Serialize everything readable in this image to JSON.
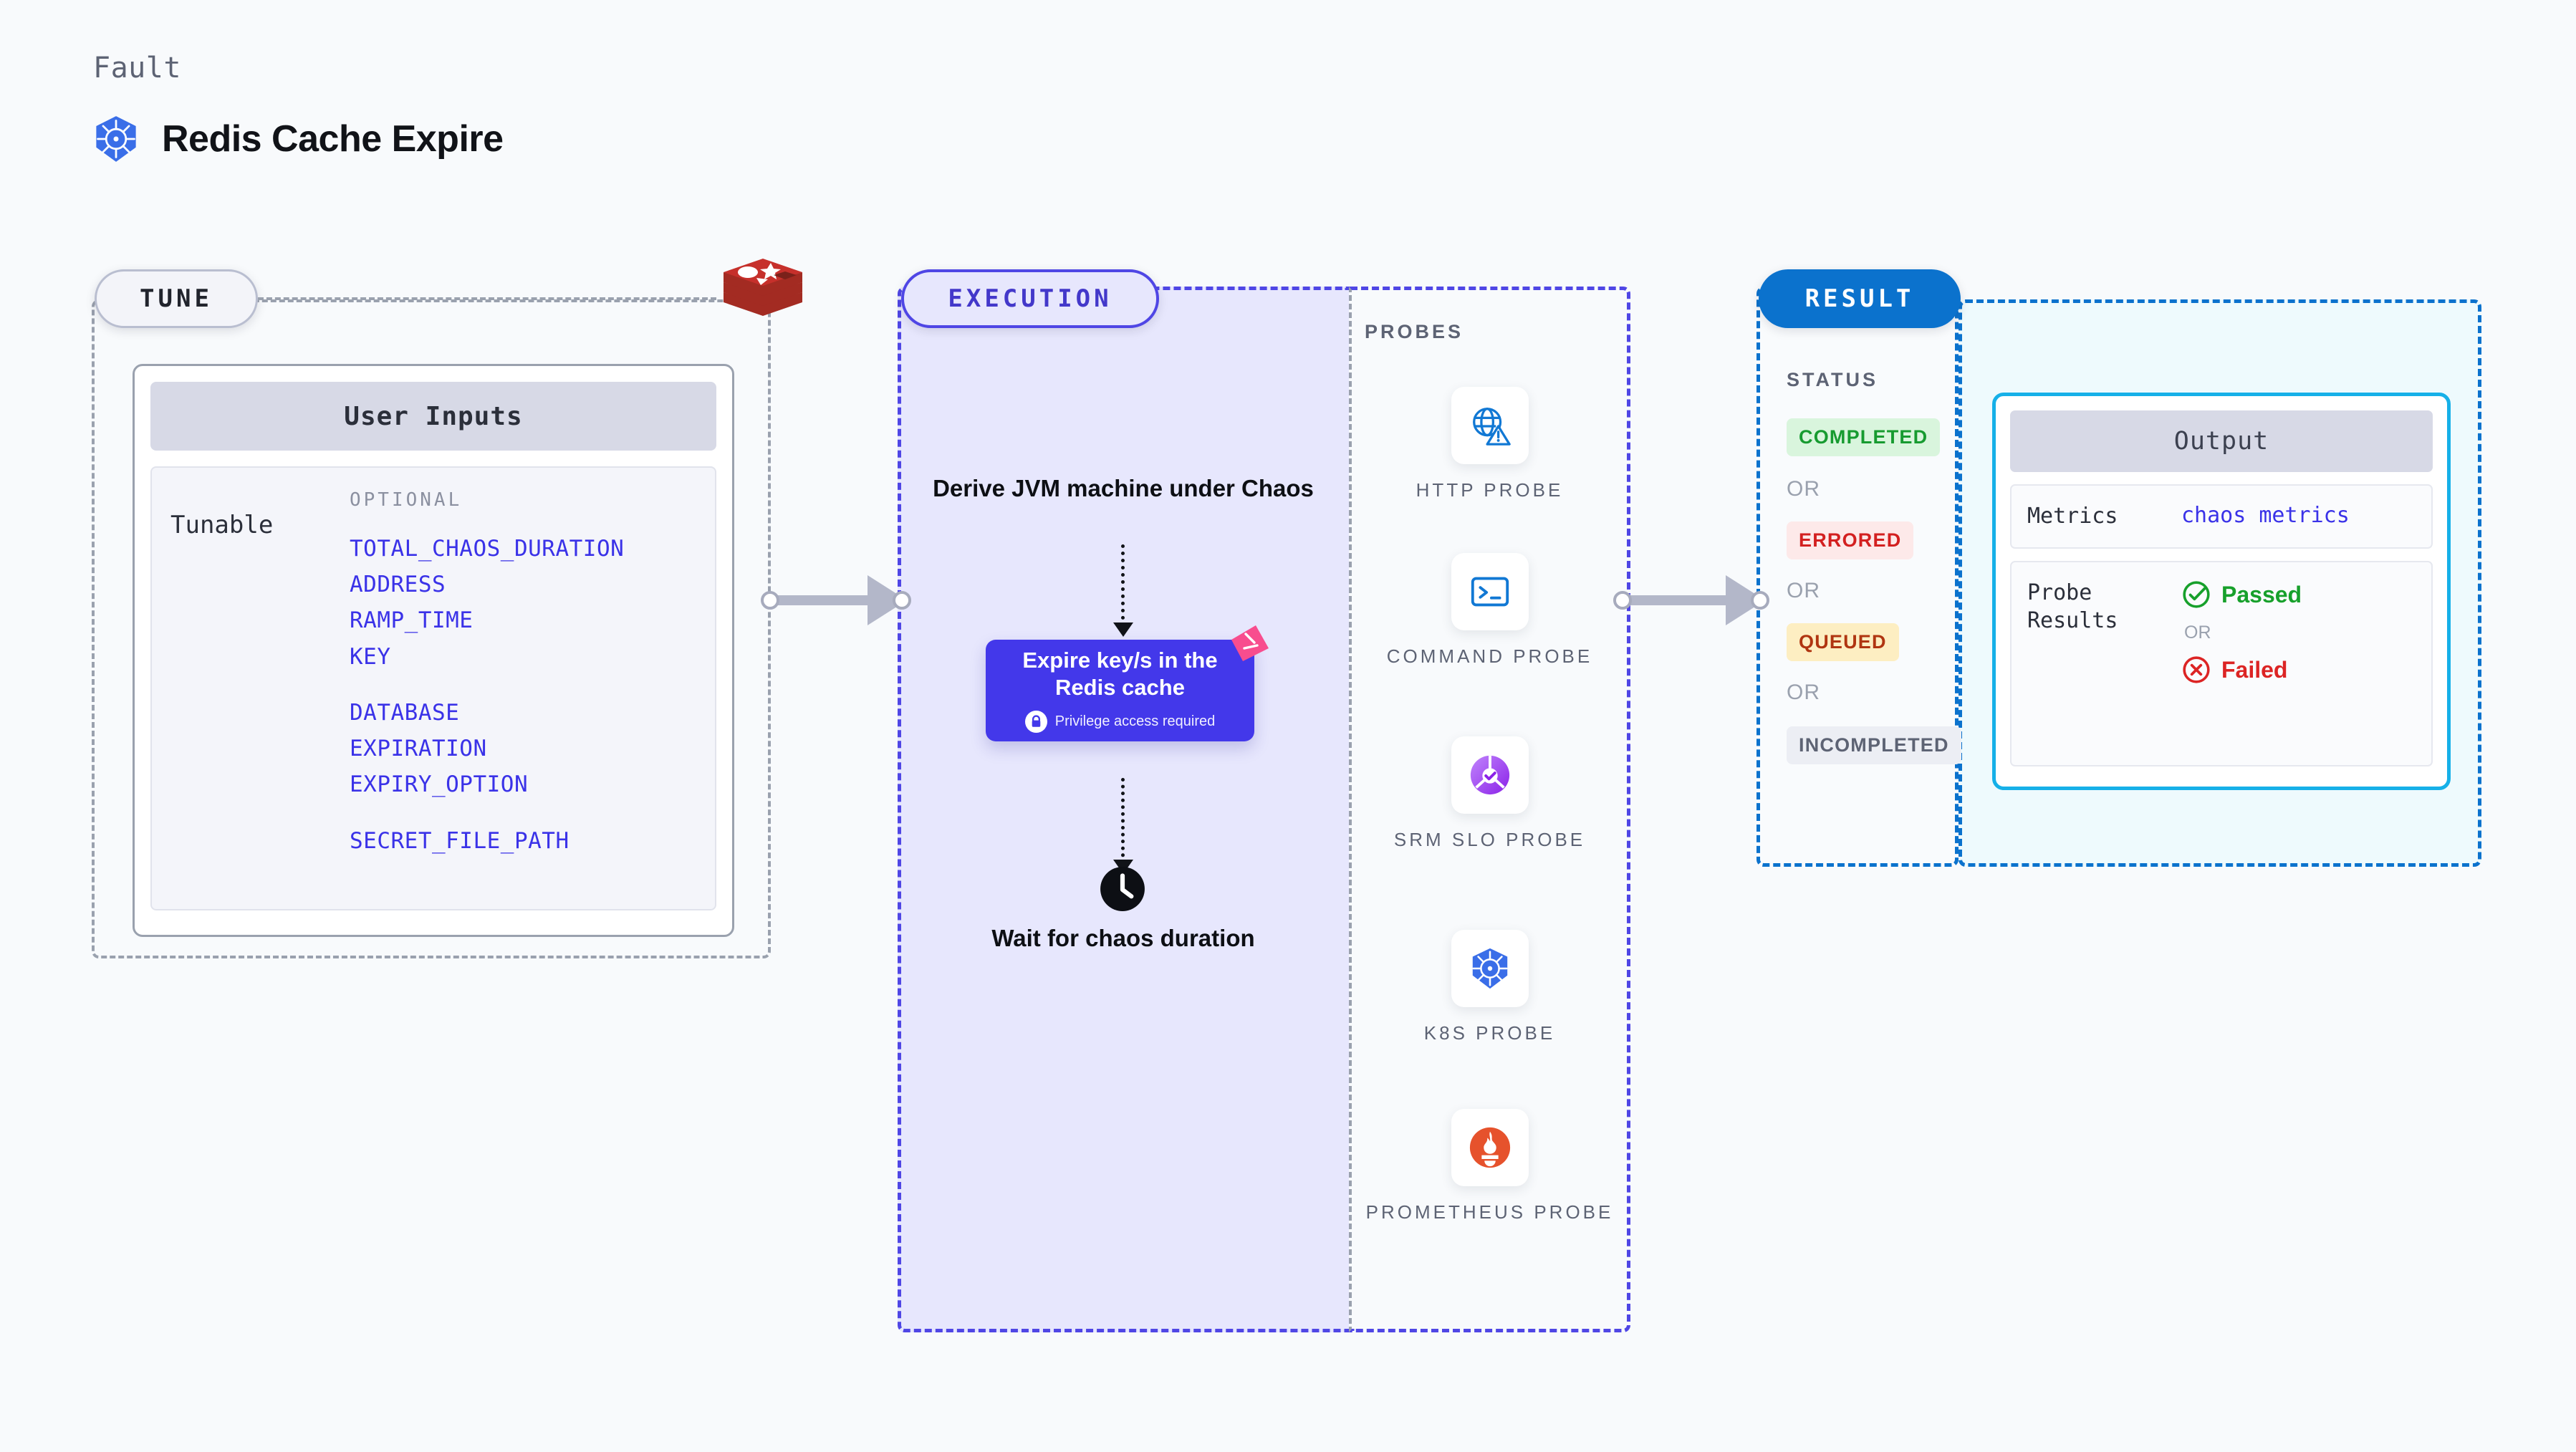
{
  "header": {
    "kicker": "Fault",
    "title": "Redis Cache Expire",
    "icon": "kubernetes-icon"
  },
  "stages": {
    "tune": "TUNE",
    "execution": "EXECUTION",
    "result": "RESULT"
  },
  "tune": {
    "card_title": "User Inputs",
    "tunable_label": "Tunable",
    "optional_label": "OPTIONAL",
    "logo_icon": "redis-icon",
    "params": [
      "TOTAL_CHAOS_DURATION",
      "ADDRESS",
      "RAMP_TIME",
      "KEY",
      "DATABASE",
      "EXPIRATION",
      "EXPIRY_OPTION",
      "SECRET_FILE_PATH"
    ]
  },
  "execution": {
    "step_text": "Derive JVM machine under Chaos",
    "action_title": "Expire key/s in the Redis cache",
    "privilege_text": "Privilege access required",
    "privilege_icon": "lock-icon",
    "ribbon_icon": "harness-ribbon-icon",
    "wait_text": "Wait for chaos duration",
    "wait_icon": "clock-icon"
  },
  "probes": {
    "label": "PROBES",
    "items": [
      {
        "name": "HTTP PROBE",
        "icon": "globe-warning-icon"
      },
      {
        "name": "COMMAND PROBE",
        "icon": "terminal-icon"
      },
      {
        "name": "SRM SLO PROBE",
        "icon": "slo-donut-check-icon"
      },
      {
        "name": "K8S PROBE",
        "icon": "kubernetes-icon"
      },
      {
        "name": "PROMETHEUS PROBE",
        "icon": "prometheus-torch-icon"
      }
    ]
  },
  "status": {
    "label": "STATUS",
    "or": "OR",
    "badges": [
      {
        "text": "COMPLETED",
        "color": "#179b30",
        "bg": "#d9f5dd"
      },
      {
        "text": "ERRORED",
        "color": "#d32020",
        "bg": "#fde9e9"
      },
      {
        "text": "QUEUED",
        "color": "#b03511",
        "bg": "#fdeec2"
      },
      {
        "text": "INCOMPLETED",
        "color": "#5d6374",
        "bg": "#eceef4"
      }
    ]
  },
  "output": {
    "title": "Output",
    "metrics_key": "Metrics",
    "metrics_value": "chaos metrics",
    "probe_results_key": "Probe Results",
    "passed": "Passed",
    "failed": "Failed",
    "or": "OR",
    "passed_icon": "check-circle-icon",
    "failed_icon": "x-circle-icon"
  },
  "colors": {
    "accent_indigo": "#4338ea",
    "accent_blue": "#0b72cd",
    "accent_cyan": "#16b0e8",
    "param_blue": "#3a32e8",
    "redis_red": "#c6302b"
  }
}
